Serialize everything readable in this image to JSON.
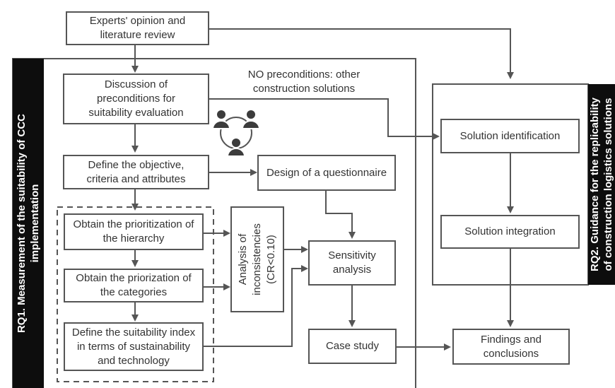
{
  "colors": {
    "line": "#555555",
    "sidebar": "#0d0d0d",
    "sidebar_text": "#ffffff",
    "icon": "#3c3c3c"
  },
  "rq1": {
    "label": "RQ1. Measurement of the suitability of CCC\nimplementation"
  },
  "rq2": {
    "label": "RQ2. Guidance for the replicability\nof construction logistics solutions"
  },
  "nodes": {
    "experts": "Experts' opinion and\nliterature review",
    "discussion": "Discussion of\npreconditions for\nsuitability evaluation",
    "no_preconditions": "NO preconditions: other\nconstruction solutions",
    "define_objective": "Define the objective,\ncriteria and attributes",
    "questionnaire": "Design of a questionnaire",
    "prioritization_hierarchy": "Obtain the prioritization of\nthe hierarchy",
    "prioritization_categories": "Obtain the priorization of\nthe categories",
    "suitability_index": "Define the suitability index\nin terms of sustainability\nand technology",
    "inconsistencies": "Analysis of\ninconsistencies\n(CR<0.10)",
    "sensitivity": "Sensitivity\nanalysis",
    "case_study": "Case study",
    "solution_identification": "Solution identification",
    "solution_integration": "Solution integration",
    "findings": "Findings and\nconclusions"
  },
  "icons": {
    "team": "team-people-icon"
  }
}
